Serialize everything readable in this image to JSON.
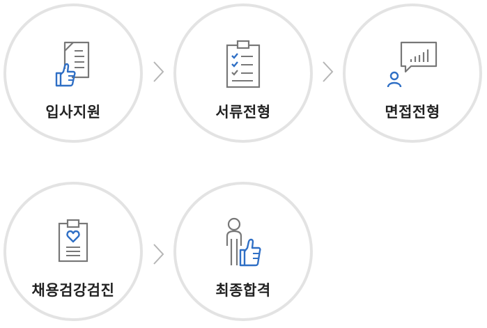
{
  "steps": [
    {
      "label": "입사지원",
      "icon": "document-thumbs-up-icon"
    },
    {
      "label": "서류전형",
      "icon": "clipboard-checklist-icon"
    },
    {
      "label": "면접전형",
      "icon": "interview-presentation-icon"
    },
    {
      "label": "채용검강검진",
      "icon": "clipboard-heart-icon"
    },
    {
      "label": "최종합격",
      "icon": "person-thumbs-up-icon"
    }
  ],
  "colors": {
    "circle_border": "#e3e3e3",
    "icon_gray": "#777777",
    "icon_blue": "#2f6fc5",
    "label_text": "#222222",
    "arrow": "#b5b5b5"
  }
}
